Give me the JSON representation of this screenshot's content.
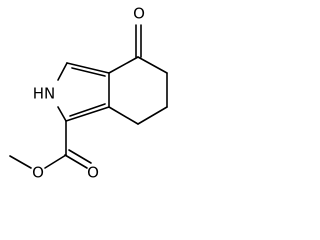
{
  "molecule": {
    "atom_labels": {
      "ketone_oxygen": "O",
      "ring_nitrogen": "HN",
      "ester_carbonyl_oxygen": "O",
      "ester_ether_oxygen": "O"
    }
  }
}
